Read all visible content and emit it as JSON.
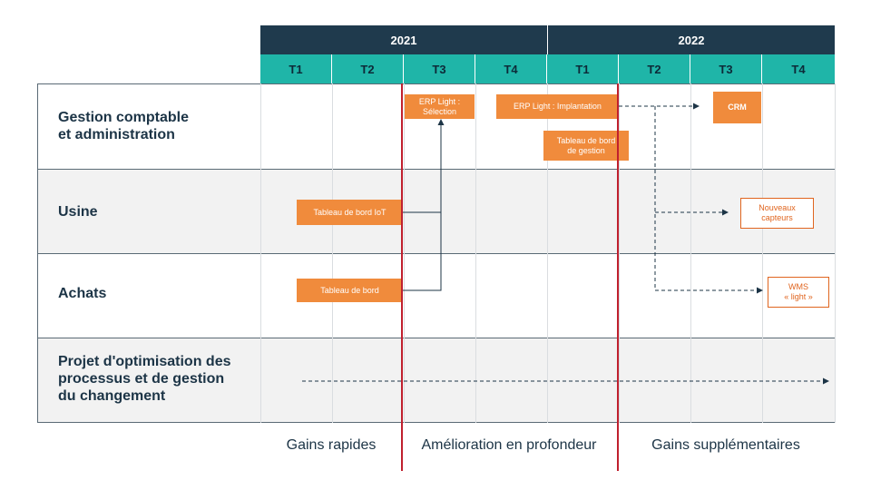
{
  "years": [
    "2021",
    "2022"
  ],
  "quarters": [
    "T1",
    "T2",
    "T3",
    "T4",
    "T1",
    "T2",
    "T3",
    "T4"
  ],
  "rows": [
    {
      "label": "Gestion comptable\net administration"
    },
    {
      "label": "Usine"
    },
    {
      "label": "Achats"
    },
    {
      "label": "Projet d'optimisation des\nprocessus et de gestion\ndu changement"
    }
  ],
  "boxes": {
    "erp_selection": "ERP Light :\nSélection",
    "erp_implantation": "ERP Light : Implantation",
    "tableau_gestion": "Tableau de bord\nde gestion",
    "crm": "CRM",
    "tableau_iot": "Tableau de bord IoT",
    "nouveaux_capteurs_1": "Nouveaux",
    "nouveaux_capteurs_2": "capteurs",
    "tableau_achats": "Tableau de bord",
    "wms_1": "WMS",
    "wms_2": "« light »"
  },
  "phases": [
    "Gains rapides",
    "Amélioration en profondeur",
    "Gains supplémentaires"
  ],
  "colors": {
    "year_bg": "#1f3a4d",
    "quarter_bg": "#1fb5a8",
    "box_fill": "#f08b3c",
    "box_outline": "#e0651f",
    "phase_line": "#c0202e",
    "row_alt": "#f2f2f2"
  }
}
